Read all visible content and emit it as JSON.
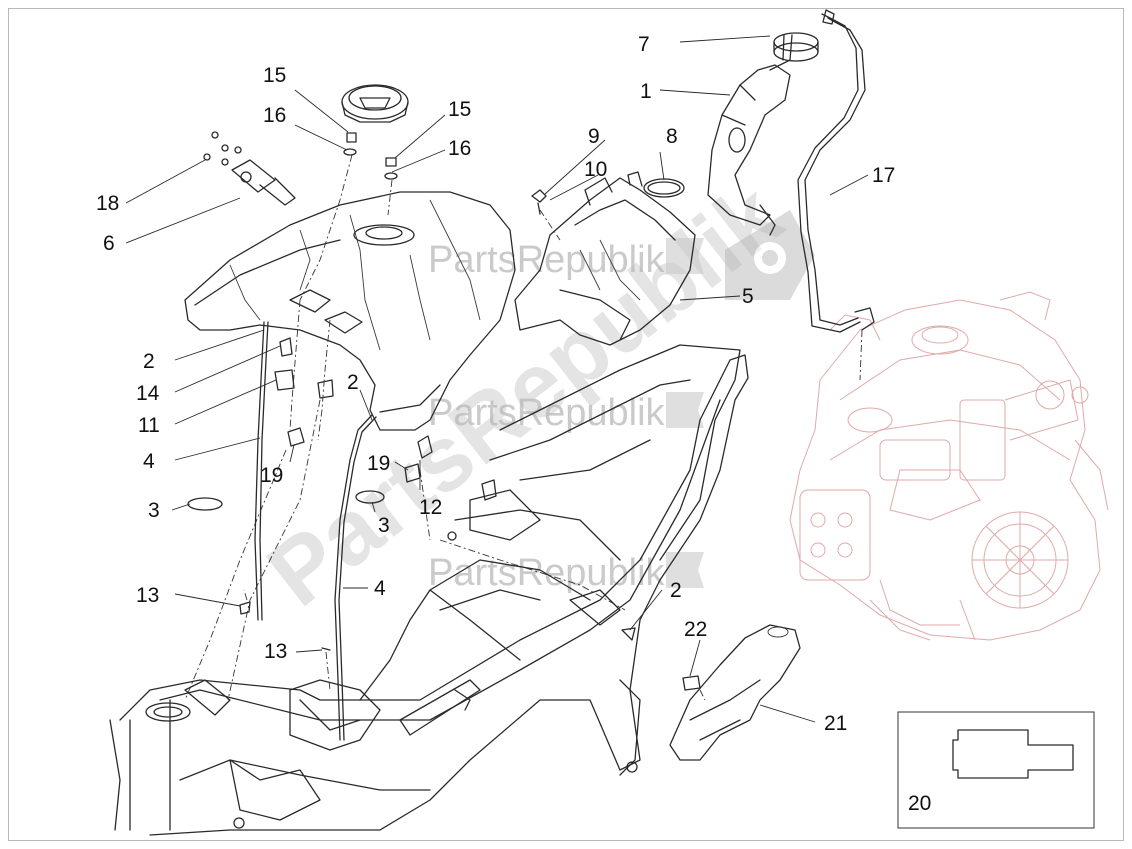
{
  "diagram": {
    "watermark": "PartsRepublik",
    "labels": [
      "1",
      "2",
      "3",
      "4",
      "5",
      "6",
      "7",
      "8",
      "9",
      "10",
      "11",
      "12",
      "13",
      "14",
      "15",
      "16",
      "17",
      "18",
      "19",
      "20",
      "21",
      "22"
    ],
    "callouts": {
      "c7": "7",
      "c1": "1",
      "c8": "8",
      "c9": "9",
      "c10": "10",
      "c17": "17",
      "c5": "5",
      "c15a": "15",
      "c16a": "16",
      "c15b": "15",
      "c16b": "16",
      "c18": "18",
      "c6": "6",
      "c2a": "2",
      "c14": "14",
      "c11": "11",
      "c4a": "4",
      "c19a": "19",
      "c3a": "3",
      "c2b": "2",
      "c19b": "19",
      "c12": "12",
      "c3b": "3",
      "c4b": "4",
      "c13a": "13",
      "c13b": "13",
      "c2c": "2",
      "c22": "22",
      "c21": "21",
      "c20": "20"
    }
  }
}
